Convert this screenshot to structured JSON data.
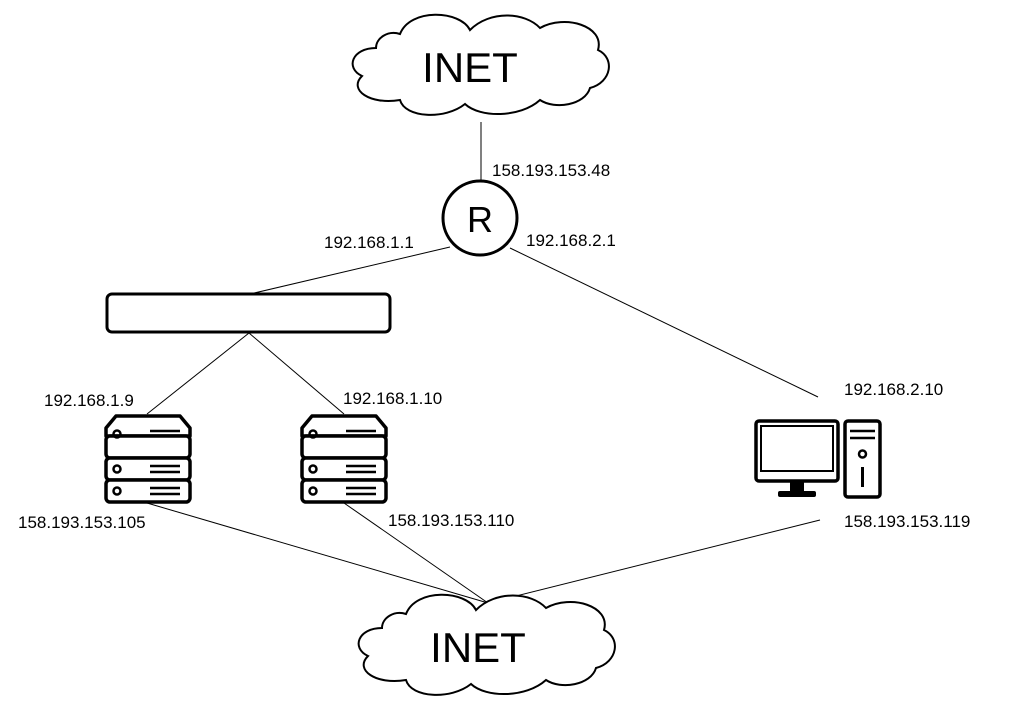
{
  "clouds": {
    "top": {
      "label": "INET"
    },
    "bottom": {
      "label": "INET"
    }
  },
  "router": {
    "label": "R"
  },
  "ip_labels": {
    "router_wan": "158.193.153.48",
    "router_lan1": "192.168.1.1",
    "router_lan2": "192.168.2.1",
    "server1_lan": "192.168.1.9",
    "server2_lan": "192.168.1.10",
    "pc_lan": "192.168.2.10",
    "server1_wan": "158.193.153.105",
    "server2_wan": "158.193.153.110",
    "pc_wan": "158.193.153.119"
  },
  "icons": {
    "server": "server-rack-icon",
    "computer": "desktop-computer-icon",
    "switch": "network-switch-icon"
  }
}
